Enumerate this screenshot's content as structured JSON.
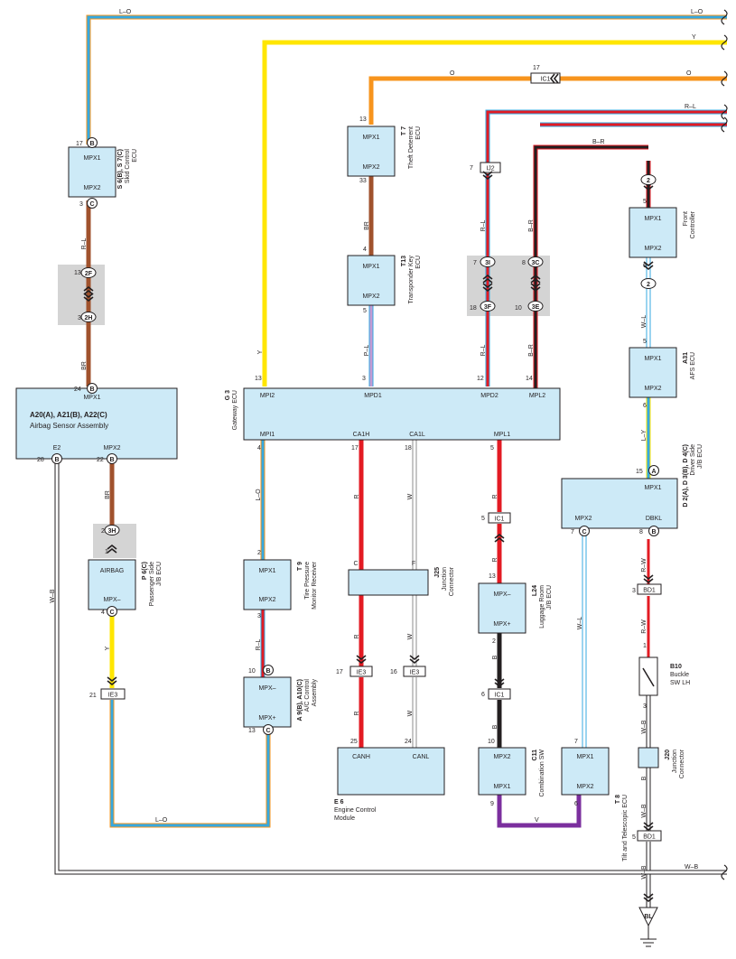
{
  "wire_colors": {
    "L-O": {
      "line": "#35a9e1",
      "edge": "#f7941d"
    },
    "Y": {
      "line": "#ffe600",
      "edge": "#ffe600"
    },
    "O": {
      "line": "#f7941d",
      "edge": "#f7941d"
    },
    "R-L": {
      "line": "#e31b23",
      "edge": "#35a9e1"
    },
    "B-R": {
      "line": "#231f20",
      "edge": "#e31b23"
    },
    "BR": {
      "line": "#a0522d",
      "edge": "#a0522d"
    },
    "P-L": {
      "line": "#c39bd3",
      "edge": "#35a9e1"
    },
    "R": {
      "line": "#e31b23",
      "edge": "#e31b23"
    },
    "W": {
      "line": "#ffffff",
      "edge": "#8c8c8c"
    },
    "B": {
      "line": "#231f20",
      "edge": "#231f20"
    },
    "W-L": {
      "line": "#ffffff",
      "edge": "#35a9e1"
    },
    "L-Y": {
      "line": "#35a9e1",
      "edge": "#ffe600"
    },
    "W-B": {
      "line": "#ffffff",
      "edge": "#231f20"
    },
    "R-W": {
      "line": "#e31b23",
      "edge": "#ffffff"
    },
    "V": {
      "line": "#7b2f9e",
      "edge": "#7b2f9e"
    }
  },
  "wire_labels": {
    "lo_top_right": "L–O",
    "lo_top_left": "L–O",
    "y_top_right": "Y",
    "o_left": "O",
    "o_right": "O",
    "rl_top_right": "R–L",
    "br_top": "B–R",
    "rl_skid": "R–L",
    "br_airbag": "BR",
    "y_gateway": "Y",
    "br_theft": "BR",
    "pl_transponder": "P–L",
    "rl_mpd2_top": "R–L",
    "br_mpl2_top": "B–R",
    "rl_mpd2": "R–L",
    "br_mpl2": "B–R",
    "wl_front": "W–L",
    "ly_afs": "L–Y",
    "br_passenger": "BR",
    "y_passenger": "Y",
    "wb_left": "W–B",
    "lo_tire": "L–O",
    "rl_tire": "R–L",
    "lo_bottom": "L–O",
    "r_ca1h": "R",
    "w_ca1l": "W",
    "r_ca1h_low": "R",
    "w_ca1l_low": "W",
    "r_ca1h_bottom": "R",
    "w_ca1l_bottom": "W",
    "r_mpl1": "R",
    "r_luggage": "R",
    "b_luggage": "B",
    "b_combo": "B",
    "v_bottom": "V",
    "wl_tilt": "W–L",
    "rw_dbkl": "R–W",
    "rw_buckle": "R–W",
    "wb_buckle": "W–B",
    "b_j20": "B",
    "wb_j20": "W–B",
    "wb_bd1": "W–B",
    "wb_bottom_right": "W–B"
  },
  "components": {
    "skid": {
      "code": "S 6(B), S 7(C)",
      "name_1": "Skid Control",
      "name_2": "ECU",
      "pin_a": "MPX1",
      "pin_b": "MPX2"
    },
    "theft": {
      "code": "T 7",
      "name_1": "Theft Deterrent",
      "name_2": "ECU",
      "pin_a": "MPX1",
      "pin_b": "MPX2"
    },
    "transponder": {
      "code": "T13",
      "name_1": "Transponder Key",
      "name_2": "ECU",
      "pin_a": "MPX1",
      "pin_b": "MPX2"
    },
    "front": {
      "name_1": "Front",
      "name_2": "Controller",
      "pin_a": "MPX1",
      "pin_b": "MPX2"
    },
    "afs": {
      "code": "A31",
      "name_1": "AFS ECU",
      "pin_a": "MPX1",
      "pin_b": "MPX2"
    },
    "airbag": {
      "code": "A20(A), A21(B), A22(C)",
      "name": "Airbag Sensor Assembly",
      "pin_top": "MPX1",
      "pin_e2": "E2",
      "pin_mpx2": "MPX2"
    },
    "gateway": {
      "code": "G 3",
      "name": "Gateway ECU",
      "pins": [
        "MPI2",
        "MPD1",
        "MPD2",
        "MPL2",
        "MPI1",
        "CA1H",
        "CA1L",
        "MPL1"
      ]
    },
    "driver": {
      "code": "D 2(A), D 3(B), D 4(C)",
      "name_1": "Driver Side",
      "name_2": "J/B ECU",
      "pin_mpx1": "MPX1",
      "pin_mpx2": "MPX2",
      "pin_dbkl": "DBKL"
    },
    "passenger": {
      "code": "P 6(C)",
      "name_1": "Passenger Side",
      "name_2": "J/B ECU",
      "pin_a": "AIRBAG",
      "pin_b": "MPX–"
    },
    "tire": {
      "code": "T 9",
      "name_1": "Tire Pressure",
      "name_2": "Monitor Receiver",
      "pin_a": "MPX1",
      "pin_b": "MPX2"
    },
    "j25": {
      "code": "J25",
      "name_1": "Junction",
      "name_2": "Connector",
      "pin_c": "C",
      "pin_f": "F"
    },
    "luggage": {
      "code": "L24",
      "name_1": "Luggage Room",
      "name_2": "J/B ECU",
      "pin_a": "MPX–",
      "pin_b": "MPX+"
    },
    "ac": {
      "code": "A 9(B), A10(C)",
      "name_1": "A/C Control",
      "name_2": "Assembly",
      "pin_a": "MPX–",
      "pin_b": "MPX+"
    },
    "engine": {
      "code": "E 6",
      "name_1": "Engine Control",
      "name_2": "Module",
      "pin_a": "CANH",
      "pin_b": "CANL"
    },
    "combo": {
      "code": "C11",
      "name": "Combination SW",
      "pin_a": "MPX2",
      "pin_b": "MPX1"
    },
    "tilt": {
      "code": "T 8",
      "name": "Tilt and Telescopic ECU",
      "pin_a": "MPX1",
      "pin_b": "MPX2"
    },
    "buckle": {
      "code": "B10",
      "name_1": "Buckle",
      "name_2": "SW LH"
    },
    "j20": {
      "code": "J20",
      "name_1": "Junction",
      "name_2": "Connector"
    }
  },
  "connector_tags": {
    "ic1_top": "IC1",
    "ij2": "IJ2",
    "ie3_left": "IE3",
    "ie3_a": "IE3",
    "ie3_b": "IE3",
    "ic1_mpl1": "IC1",
    "ic1_lower": "IC1",
    "bd1_top": "BD1",
    "bd1_bottom": "BD1"
  },
  "junction_markers": {
    "sk_2f": "2F",
    "sk_2h": "2H",
    "ps_3h": "3H",
    "j3i": "3I",
    "j3c": "3C",
    "j3f": "3F",
    "j3e": "3E",
    "fc_top": "2",
    "fc_bottom": "2"
  },
  "pin_numbers": {
    "skid_17": "17",
    "skid_3": "3",
    "sk_13": "13",
    "sk_3b": "3",
    "airbag_24": "24",
    "airbag_28": "28",
    "airbag_22": "22",
    "theft_13": "13",
    "theft_33": "33",
    "ic1_17": "17",
    "tr_4": "4",
    "tr_5": "5",
    "gw_13": "13",
    "gw_3": "3",
    "gw_12": "12",
    "gw_14": "14",
    "gw_4": "4",
    "gw_17": "17",
    "gw_18": "18",
    "gw_5": "5",
    "ij2_7": "7",
    "j3i_7": "7",
    "j3c_8": "8",
    "j3f_18": "18",
    "j3e_10": "10",
    "fc_5": "5",
    "fc_6": "6",
    "afs_5": "5",
    "afs_6": "6",
    "dr_15": "15",
    "dr_7": "7",
    "dr_8": "8",
    "ps_2": "2",
    "ps_1": "1",
    "ps_4": "4",
    "ie3l_21": "21",
    "tire_2": "2",
    "tire_3": "3",
    "ac_10": "10",
    "ac_13": "13",
    "ie3a_17": "17",
    "ie3b_16": "16",
    "eng_25": "25",
    "eng_24": "24",
    "ic1m_5": "5",
    "lug_13": "13",
    "lug_2": "2",
    "ic1l_6": "6",
    "cmb_10": "10",
    "cmb_9": "9",
    "tilt_7": "7",
    "tilt_6": "6",
    "bd1t_3": "3",
    "bk_1": "1",
    "bk_3": "3",
    "bd1b_5": "5"
  },
  "pin_badges": {
    "skid_b": "B",
    "skid_c": "C",
    "airbag_b24": "B",
    "airbag_b28": "B",
    "airbag_b22": "B",
    "passenger_c": "C",
    "ac_b": "B",
    "ac_c": "C",
    "driver_a": "A",
    "driver_c": "C",
    "driver_b": "B"
  },
  "ground": {
    "label": "BL"
  }
}
